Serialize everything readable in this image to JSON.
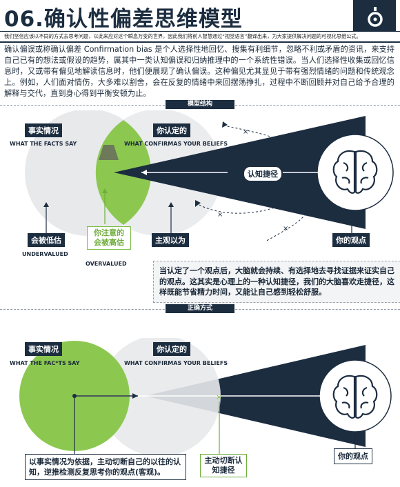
{
  "header": {
    "title": "06.确认性偏差思维模型",
    "subtitle": "我们坚信应该以不同的方式去思考问题，以此来应对这个瞬息万变的世界，因此我们将前人智慧通过“视觉语言”翻译出来，为大家提供解决问题的可视化思维公式。"
  },
  "intro": "确认偏误或称确认偏差 Confirmation bias 是个人选择性地回忆、搜集有利细节，忽略不利或矛盾的资讯，来支持自己已有的想法或假设的趋势，属其中一类认知偏误和归纳推理中的一个系统性错误。当人们选择性收集或回忆信息时，又或带有偏见地解读信息时，他们便展现了确认偏误。这种偏见尤其显见于带有强烈情绪的问题和传统观念上。例如，人们面对情伤，大多难以割舍，会在反复的情绪中来回摆荡挣扎，过程中不断回顾并对自己给予合理的解释与交代，直到身心得到平衡安顿为止。",
  "section1": {
    "tag": "模型结构",
    "facts_cn": "事实情况",
    "facts_en": "WHAT THE FACTS SAY",
    "beliefs_cn": "你认定的",
    "beliefs_en": "WHAT CONFIRMAS YOUR BELIEFS",
    "shortcut": "认知捷径",
    "undervalued_cn": "会被低估",
    "undervalued_en": "UNDERVALUED",
    "overvalued_cn": "你注意的会被高估",
    "overvalued_en": "OVERVALUED",
    "subjective": "主观以为",
    "your_view": "你的观点",
    "note": "当认定了一个观点后，大脑就会持续、有选择地去寻找证据来证实自己的观点。这其实是心理上的一种认知捷径，我们的大脑喜欢走捷径，这样既能节省精力时间，又能让自己感到轻松舒服。"
  },
  "section2": {
    "tag": "正确方式",
    "facts_cn": "事实情况",
    "facts_en": "WHAT THE FAC*TS SAY",
    "beliefs_cn": "你认定的",
    "beliefs_en": "WHAT CONFIRMAS YOUR BELIEFS",
    "note": "以事实情况为依据，主动切断自己的以往的认知，逆推检测反复思考你的观点(客观)。",
    "cut": "主动切断认知捷径",
    "your_view": "你的观点"
  },
  "colors": {
    "navy": "#1c2d40",
    "green": "#8cc850",
    "grey_circle": "#e8e9eb",
    "brain": "#1c2d40"
  }
}
